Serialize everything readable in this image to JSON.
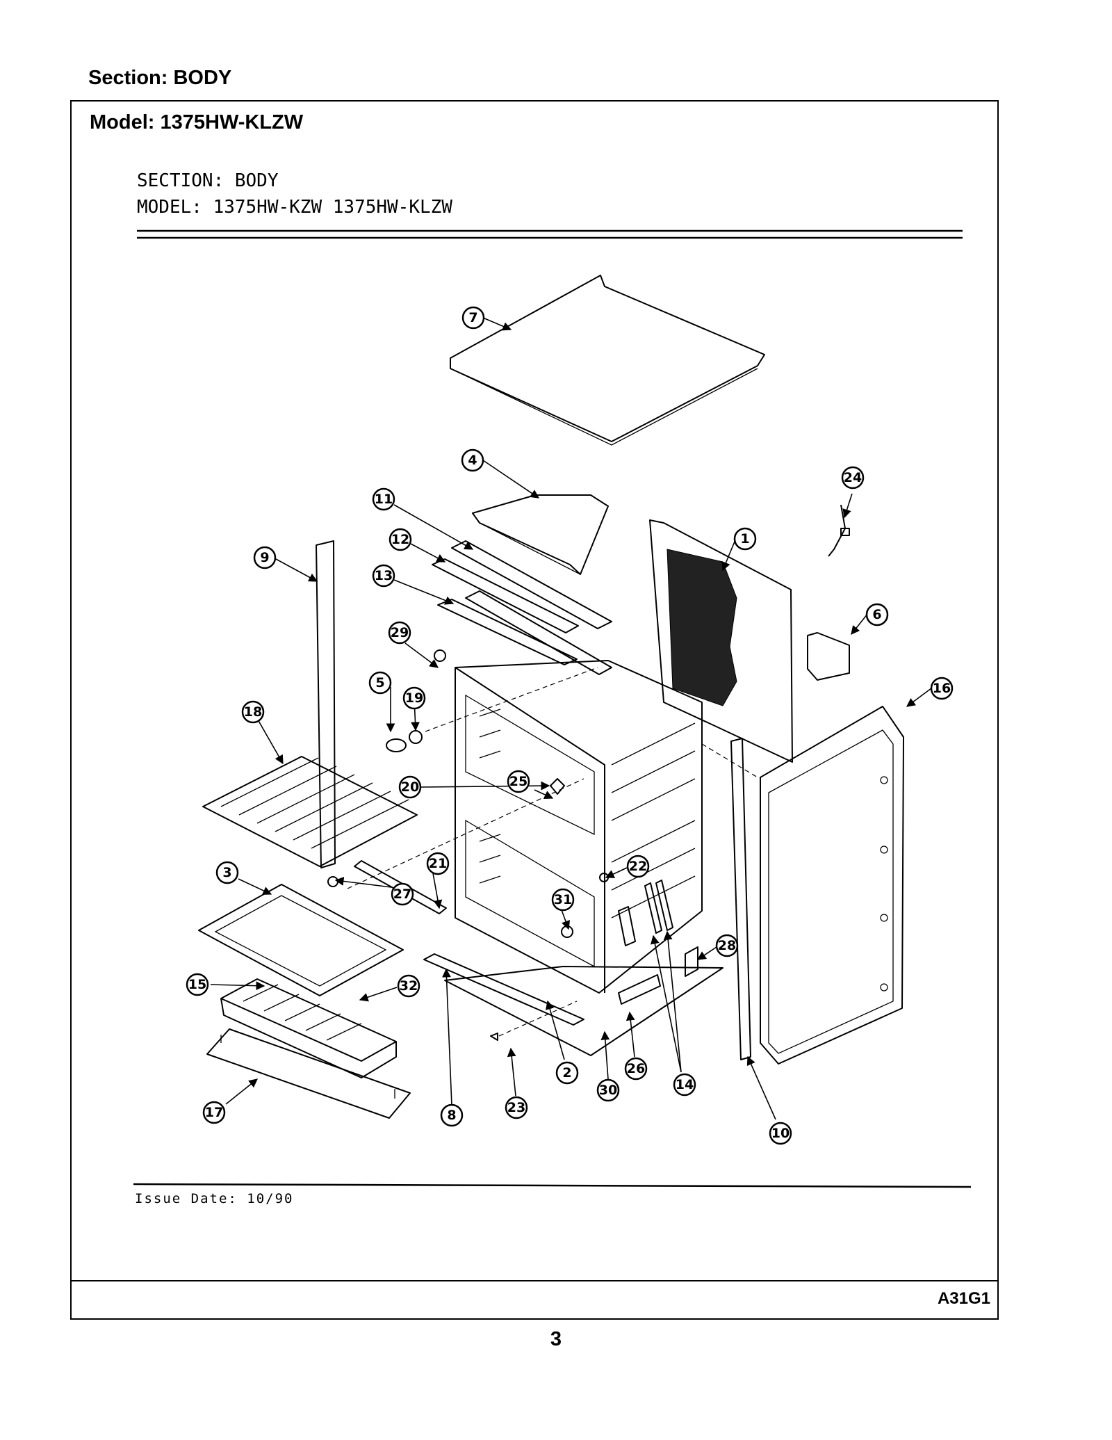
{
  "header": {
    "section_label": "Section:  BODY",
    "model_label": "Model:  1375HW-KLZW"
  },
  "sheet": {
    "section_caption": "SECTION:  BODY",
    "model_caption": "MODEL:  1375HW-KZW  1375HW-KLZW",
    "issue_date": "Issue Date: 10/90"
  },
  "callouts": [
    "1",
    "2",
    "4",
    "5",
    "6",
    "7",
    "8",
    "9",
    "10",
    "11",
    "12",
    "13",
    "14",
    "15",
    "16",
    "17",
    "18",
    "19",
    "20",
    "21",
    "22",
    "23",
    "24",
    "25",
    "26",
    "27",
    "28",
    "29",
    "30",
    "31",
    "32",
    "3"
  ],
  "footer": {
    "code": "A31G1",
    "page_number": "3"
  }
}
